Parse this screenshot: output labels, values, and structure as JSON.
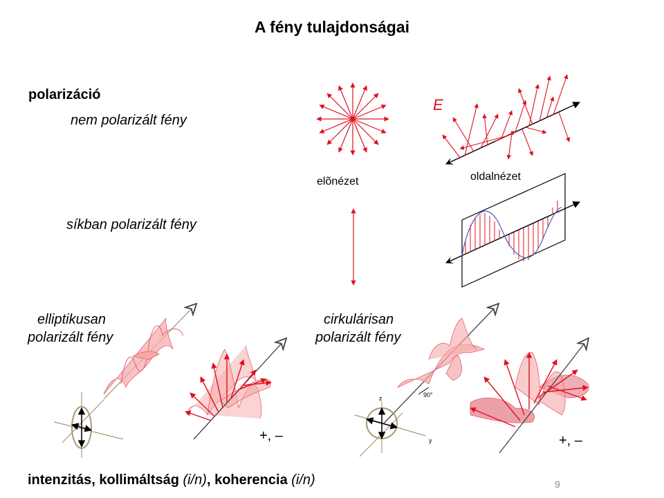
{
  "slide": {
    "title": "A fény tulajdonságai",
    "page_number": "9"
  },
  "labels": {
    "polarization": "polarizáció",
    "unpolarized": "nem polarizált fény",
    "plane_polarized": "síkban polarizált fény",
    "elliptic_line1": "elliptikusan",
    "elliptic_line2": "polarizált fény",
    "circular_line1": "cirkulárisan",
    "circular_line2": "polarizált fény",
    "front_view": "elõnézet",
    "side_view": "oldalnézet",
    "E": "E",
    "plus_minus_1": "+, –",
    "plus_minus_2": "+, –",
    "angle_90": "90°",
    "axis_z": "z",
    "axis_y": "y"
  },
  "bottom_line": {
    "part1": "intenzitás, kollimáltság ",
    "part2": "(i/n)",
    "part3": ", koherencia ",
    "part4": "(i/n)"
  },
  "colors": {
    "vector_red": "#e01020",
    "fill_pink": "#f6a8a8",
    "axis_tan": "#a89a78",
    "wave_blue": "#7070c8"
  }
}
